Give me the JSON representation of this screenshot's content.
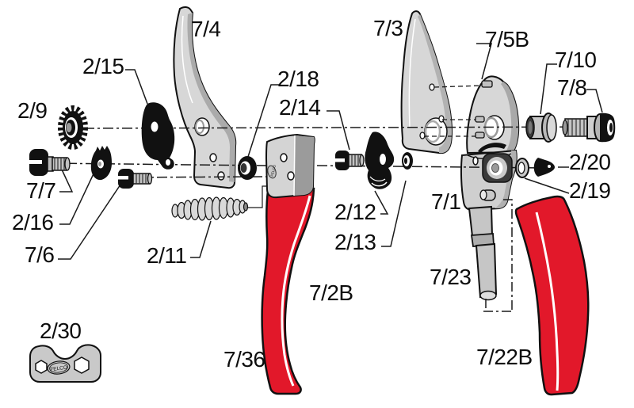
{
  "diagram": {
    "brand": "FELCO",
    "colors": {
      "handle_red": "#e2182a",
      "part_gray": "#d6d6d6",
      "dark_part": "#111111",
      "line": "#1a1a1a"
    },
    "labels": {
      "l7_4": "7/4",
      "l2_15": "2/15",
      "l2_9": "2/9",
      "l7_7": "7/7",
      "l2_16": "2/16",
      "l7_6": "7/6",
      "l2_11": "2/11",
      "l2_30": "2/30",
      "l2_18": "2/18",
      "l2_14": "2/14",
      "l2_12": "2/12",
      "l2_13": "2/13",
      "l7_2B": "7/2B",
      "l7_36": "7/36",
      "l7_3": "7/3",
      "l7_5B": "7/5B",
      "l7_10": "7/10",
      "l7_8": "7/8",
      "l2_20": "2/20",
      "l2_19": "2/19",
      "l7_1": "7/1",
      "l7_23": "7/23",
      "l7_22B": "7/22B"
    }
  }
}
